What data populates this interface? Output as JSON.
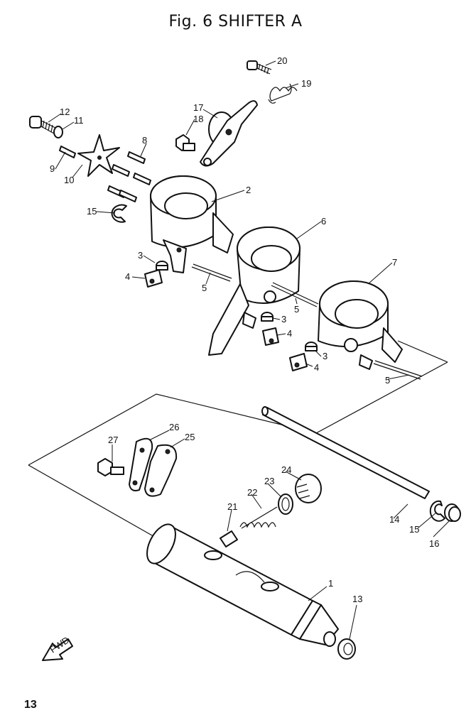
{
  "title": "Fig. 6   SHIFTER  A",
  "page_number": "13",
  "fwd_label": "FWD",
  "part_labels": [
    "20",
    "19",
    "17",
    "18",
    "12",
    "11",
    "9",
    "10",
    "8",
    "2",
    "15",
    "6",
    "3",
    "4",
    "5",
    "7",
    "3",
    "4",
    "5",
    "3",
    "4",
    "5",
    "27",
    "26",
    "25",
    "24",
    "23",
    "22",
    "21",
    "14",
    "15",
    "16",
    "1",
    "13"
  ]
}
